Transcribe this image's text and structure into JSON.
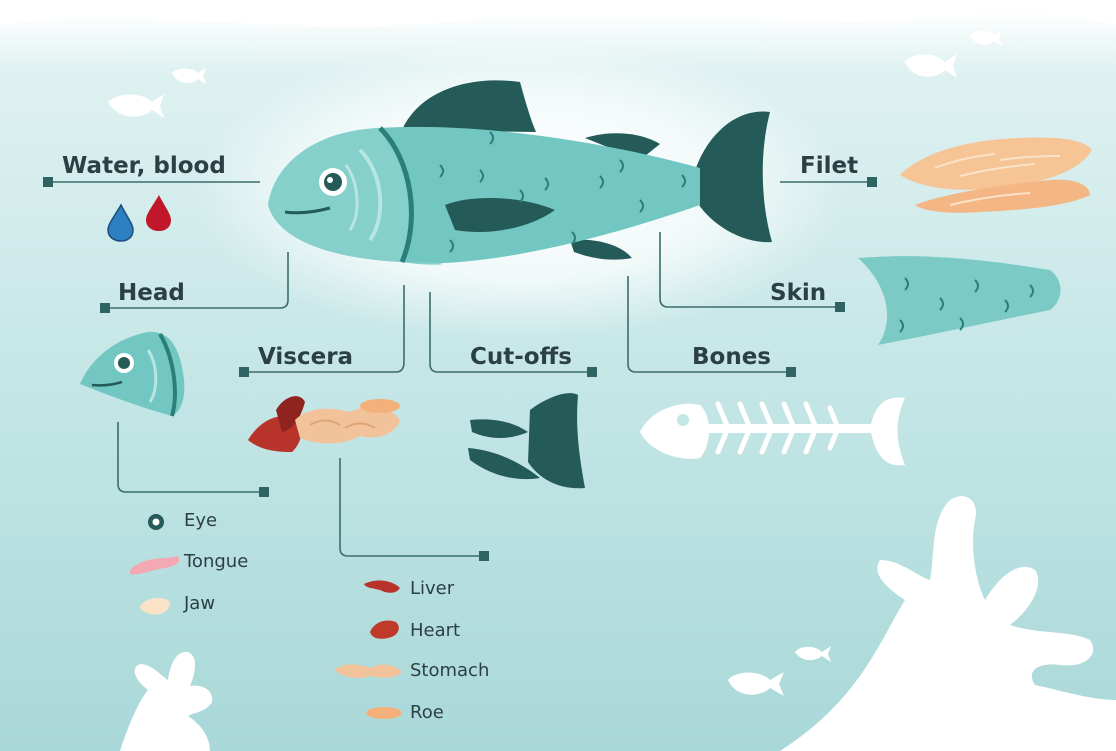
{
  "parts": {
    "water_blood": "Water, blood",
    "head": "Head",
    "viscera": "Viscera",
    "cutoffs": "Cut-offs",
    "bones": "Bones",
    "filet": "Filet",
    "skin": "Skin"
  },
  "head_parts": [
    "Eye",
    "Tongue",
    "Jaw"
  ],
  "viscera_parts": [
    "Liver",
    "Heart",
    "Stomach",
    "Roe"
  ],
  "colors": {
    "background": "#bfe2e3",
    "fish_body": "#73c7c3",
    "fish_dark": "#245a58",
    "fish_outline": "#2a7f7b",
    "leader_line": "#3b6d6c",
    "blood": "#c0182a",
    "water": "#2e7fc0",
    "filet": "#f6c495",
    "liver": "#b8342b",
    "stomach": "#f2c39a",
    "tongue": "#f4a8b4"
  },
  "icons": [
    "water-drop-icon",
    "blood-drop-icon",
    "eye-icon",
    "tongue-icon",
    "jaw-icon",
    "liver-icon",
    "heart-icon",
    "stomach-icon",
    "roe-icon"
  ]
}
